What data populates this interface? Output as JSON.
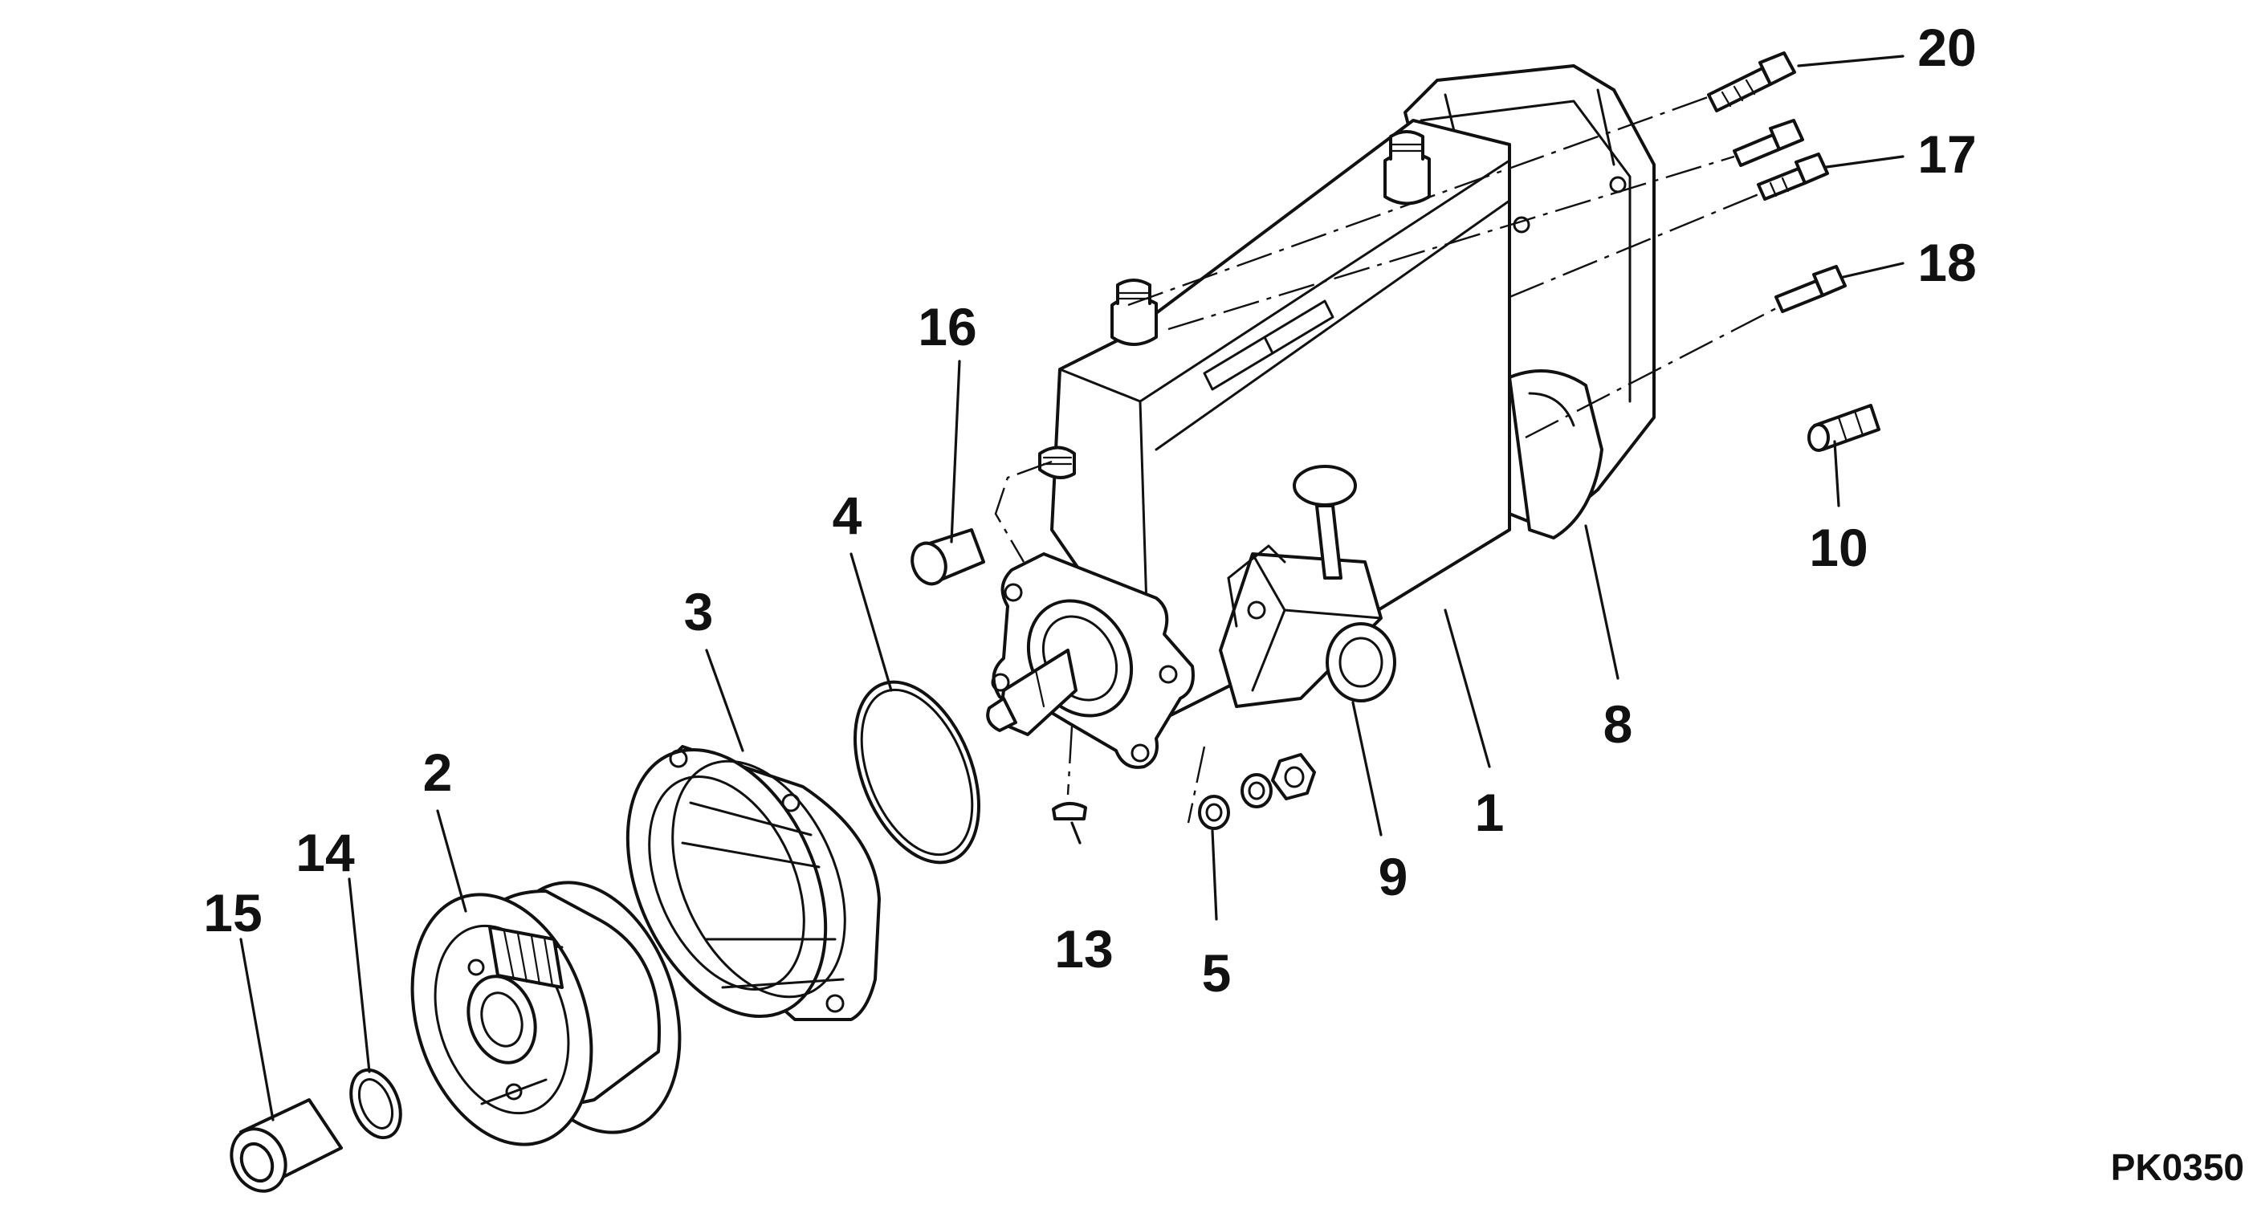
{
  "diagram": {
    "code": "PK0350",
    "callouts": [
      {
        "id": "c1",
        "label": "1"
      },
      {
        "id": "c2",
        "label": "2"
      },
      {
        "id": "c3",
        "label": "3"
      },
      {
        "id": "c4",
        "label": "4"
      },
      {
        "id": "c5",
        "label": "5"
      },
      {
        "id": "c8",
        "label": "8"
      },
      {
        "id": "c9",
        "label": "9"
      },
      {
        "id": "c10",
        "label": "10"
      },
      {
        "id": "c13",
        "label": "13"
      },
      {
        "id": "c14",
        "label": "14"
      },
      {
        "id": "c15",
        "label": "15"
      },
      {
        "id": "c16",
        "label": "16"
      },
      {
        "id": "c17",
        "label": "17"
      },
      {
        "id": "c18",
        "label": "18"
      },
      {
        "id": "c20",
        "label": "20"
      }
    ]
  }
}
